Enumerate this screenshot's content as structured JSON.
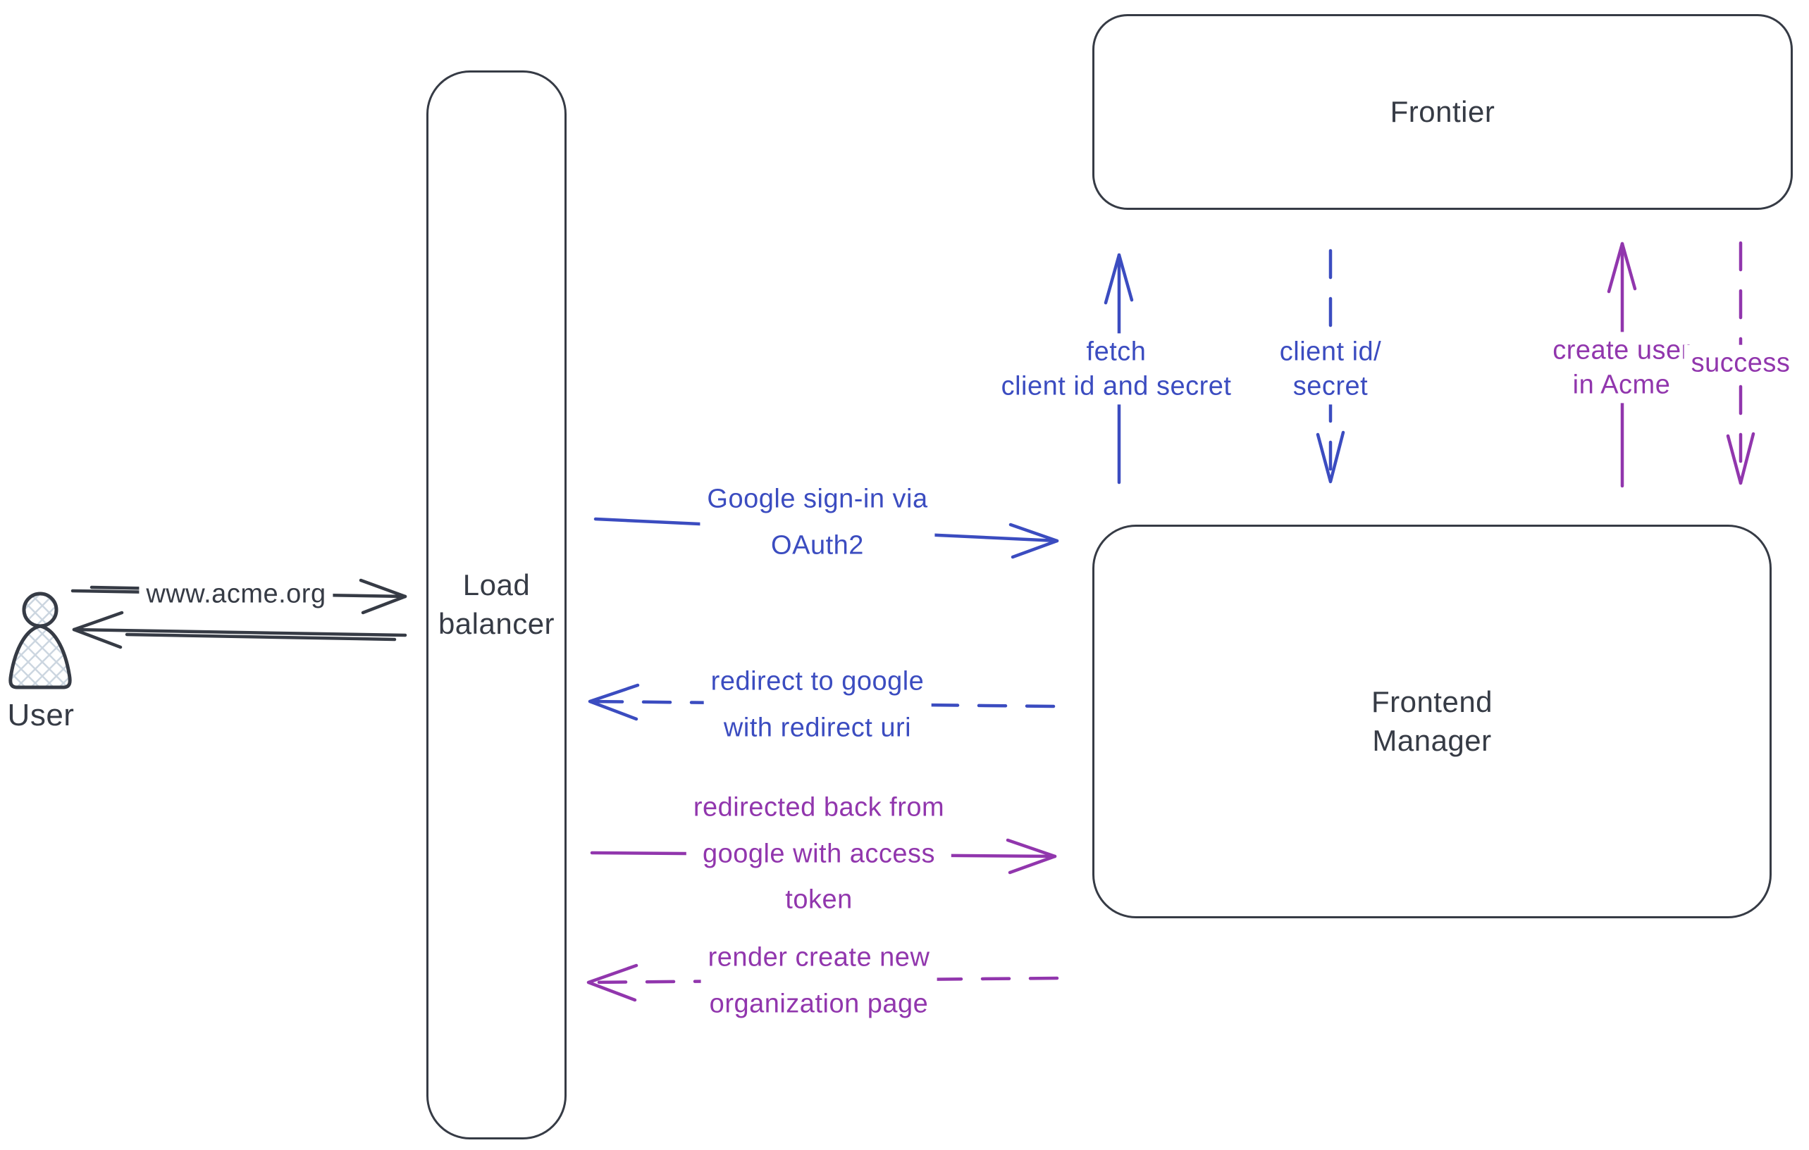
{
  "colors": {
    "ink": "#363b45",
    "blue": "#3b4cc0",
    "purple": "#9136ad",
    "hatch": "#ccd6e0",
    "canvas": "#ffffff"
  },
  "actors": {
    "user": {
      "label": "User"
    },
    "load_balancer": {
      "label": "Load\nbalancer"
    },
    "frontier": {
      "label": "Frontier"
    },
    "frontend_manager": {
      "label": "Frontend\nManager"
    }
  },
  "flows": {
    "www_request": {
      "label": "www.acme.org",
      "style": "solid",
      "color": "ink"
    },
    "response_to_user": {
      "label": "",
      "style": "solid",
      "color": "ink"
    },
    "google_signin": {
      "label": "Google sign-in via\nOAuth2",
      "style": "solid",
      "color": "blue"
    },
    "redirect_to_google": {
      "label": "redirect to google\nwith redirect uri",
      "style": "dashed",
      "color": "blue"
    },
    "fetch_client_id": {
      "label": "fetch\nclient id and secret",
      "style": "solid",
      "color": "blue"
    },
    "client_id_secret": {
      "label": "client id/\nsecret",
      "style": "dashed",
      "color": "blue"
    },
    "redirected_back": {
      "label": "redirected back from\ngoogle with access\ntoken",
      "style": "solid",
      "color": "purple"
    },
    "render_create_org": {
      "label": "render create new\norganization page",
      "style": "dashed",
      "color": "purple"
    },
    "create_user": {
      "label": "create user\nin Acme",
      "style": "solid",
      "color": "purple"
    },
    "success": {
      "label": "success",
      "style": "dashed",
      "color": "purple"
    }
  }
}
